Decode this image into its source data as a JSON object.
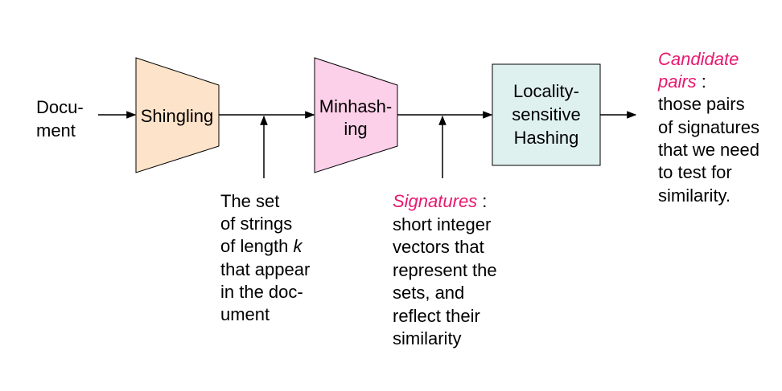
{
  "colors": {
    "shingling_fill": "#fde3c9",
    "minhashing_fill": "#fdd0ea",
    "lsh_fill": "#dff1ef",
    "accent": "#e8186f",
    "line": "#000000"
  },
  "document": {
    "line1": "Docu-",
    "line2": "ment"
  },
  "stages": {
    "shingling": {
      "line1": "Shingling"
    },
    "minhashing": {
      "line1": "Minhash-",
      "line2": "ing"
    },
    "lsh": {
      "line1": "Locality-",
      "line2": "sensitive",
      "line3": "Hashing"
    }
  },
  "annotations": {
    "shingles": {
      "line1": "The set",
      "line2": "of strings",
      "line3_prefix": "of length ",
      "line3_var": "k",
      "line4": "that appear",
      "line5": "in the doc-",
      "line6": "ument"
    },
    "signatures": {
      "term": "Signatures",
      "term_suffix": " :",
      "line2": "short integer",
      "line3": "vectors that",
      "line4": "represent the",
      "line5": "sets, and",
      "line6": "reflect their",
      "line7": "similarity"
    },
    "candidates": {
      "term1": "Candidate",
      "term2": "pairs",
      "term2_suffix": " :",
      "line3": "those pairs",
      "line4": "of signatures",
      "line5": "that we need",
      "line6": "to test for",
      "line7": "similarity."
    }
  }
}
